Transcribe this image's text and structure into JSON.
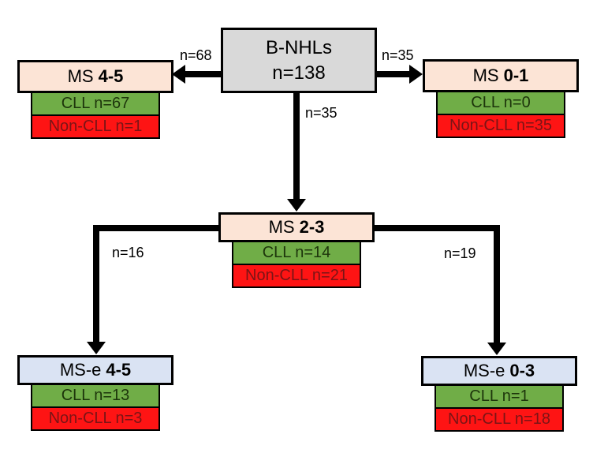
{
  "root": {
    "line1": "B-NHLs",
    "line2": "n=138"
  },
  "nodes": {
    "ms45": {
      "prefix": "MS",
      "range": "4-5",
      "cll": "CLL n=67",
      "noncll": "Non-CLL n=1"
    },
    "ms01": {
      "prefix": "MS",
      "range": "0-1",
      "cll": "CLL n=0",
      "noncll": "Non-CLL n=35"
    },
    "ms23": {
      "prefix": "MS",
      "range": "2-3",
      "cll": "CLL n=14",
      "noncll": "Non-CLL n=21"
    },
    "mse45": {
      "prefix": "MS-e",
      "range": "4-5",
      "cll": "CLL n=13",
      "noncll": "Non-CLL n=3"
    },
    "mse03": {
      "prefix": "MS-e",
      "range": "0-3",
      "cll": "CLL n=1",
      "noncll": "Non-CLL n=18"
    }
  },
  "edges": {
    "to_ms45": "n=68",
    "to_ms01": "n=35",
    "to_ms23": "n=35",
    "to_mse45": "n=16",
    "to_mse03": "n=19"
  },
  "colors": {
    "root_fill": "#d9d9d9",
    "ms_fill": "#fce4d6",
    "mse_fill": "#dae3f3",
    "cll_fill": "#70ad47",
    "cll_text": "#1d350b",
    "noncll_fill": "#fe1414",
    "noncll_text": "#7b1416",
    "line": "#000000"
  }
}
